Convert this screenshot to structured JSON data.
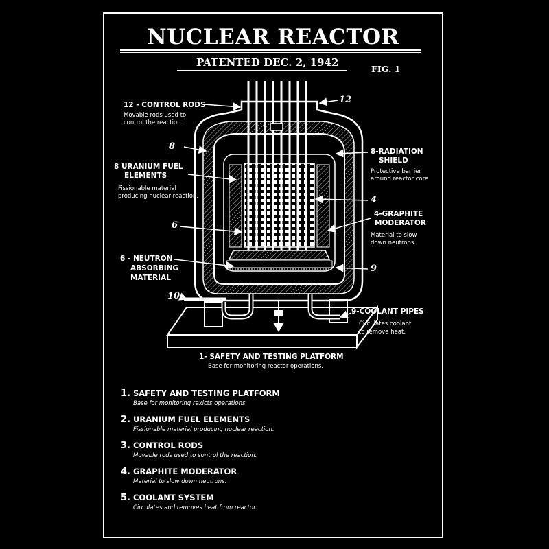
{
  "header": {
    "title": "NUCLEAR REACTOR",
    "patent": "PATENTED DEC. 2, 1942",
    "fig": "FIG. 1"
  },
  "callouts": {
    "control_rods": {
      "label": "12 - CONTROL RODS",
      "desc1": "Movable rods used to",
      "desc2": "control the reaction."
    },
    "num_8_left": "8",
    "uranium": {
      "label1": "8 URANIUM FUEL",
      "label2": "ELEMENTS",
      "desc1": "Fissionable material",
      "desc2": "producing nuclear reaction."
    },
    "num_6": "6",
    "neutron": {
      "label1": "6 - NEUTRON",
      "label2": "ABSORBING",
      "label3": "MATERIAL"
    },
    "num_10": "10",
    "num_12": "12",
    "radiation": {
      "label1": "8-RADIATION",
      "label2": "SHIELD",
      "desc1": "Protective barrier",
      "desc2": "around reactor core"
    },
    "num_4": "4",
    "graphite": {
      "label1": "4-GRAPHITE",
      "label2": "MODERATOR",
      "desc1": "Material to slow",
      "desc2": "down neutrons."
    },
    "num_9": "9",
    "coolant": {
      "label": "9-COOLANT PIPES",
      "desc1": "Circulates coolant",
      "desc2": "to remove heat."
    },
    "platform": {
      "label": "1- SAFETY AND TESTING PLATFORM",
      "desc": "Base for monitoring reactor operations."
    }
  },
  "legend": [
    {
      "num": "1.",
      "title": "SAFETY AND TESTING PLATFORM",
      "desc": "Base for monitoring rexicts operations."
    },
    {
      "num": "2.",
      "title": "URANIUM FUEL ELEMENTS",
      "desc": "Fissionable material producing nuclear reaction."
    },
    {
      "num": "3.",
      "title": "CONTROL RODS",
      "desc": "Movable rods used to sontrol the reaction."
    },
    {
      "num": "4.",
      "title": "GRAPHITE MODERATOR",
      "desc": "Material to slow down neutrons."
    },
    {
      "num": "5.",
      "title": "COOLANT SYSTEM",
      "desc": "Circulates and removes heat from reactor."
    }
  ]
}
